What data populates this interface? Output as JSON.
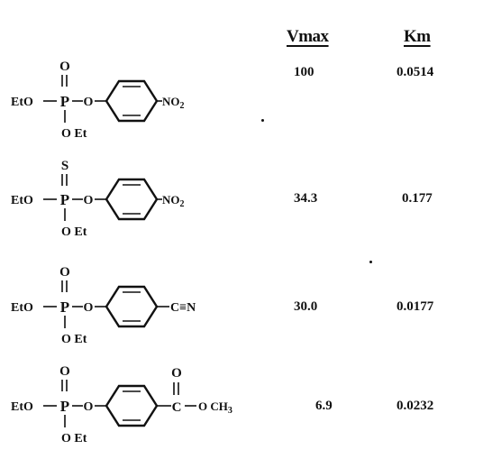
{
  "headers": {
    "vmax": "Vmax",
    "km": "Km"
  },
  "compounds": [
    {
      "double_bond_atom": "O",
      "left_group": "EtO",
      "bottom_group": "O Et",
      "para_substituent": "NO2",
      "para_kind": "nitro",
      "vmax": "100",
      "km": "0.0514"
    },
    {
      "double_bond_atom": "S",
      "left_group": "EtO",
      "bottom_group": "O Et",
      "para_substituent": "NO2",
      "para_kind": "nitro",
      "vmax": "34.3",
      "km": "0.177"
    },
    {
      "double_bond_atom": "O",
      "left_group": "EtO",
      "bottom_group": "O Et",
      "para_substituent": "C≡N",
      "para_kind": "nitrile",
      "vmax": "30.0",
      "km": "0.0177"
    },
    {
      "double_bond_atom": "O",
      "left_group": "EtO",
      "bottom_group": "O Et",
      "para_substituent": "C(=O)−OCH3",
      "para_kind": "ester",
      "vmax": "6.9",
      "km": "0.0232"
    }
  ]
}
